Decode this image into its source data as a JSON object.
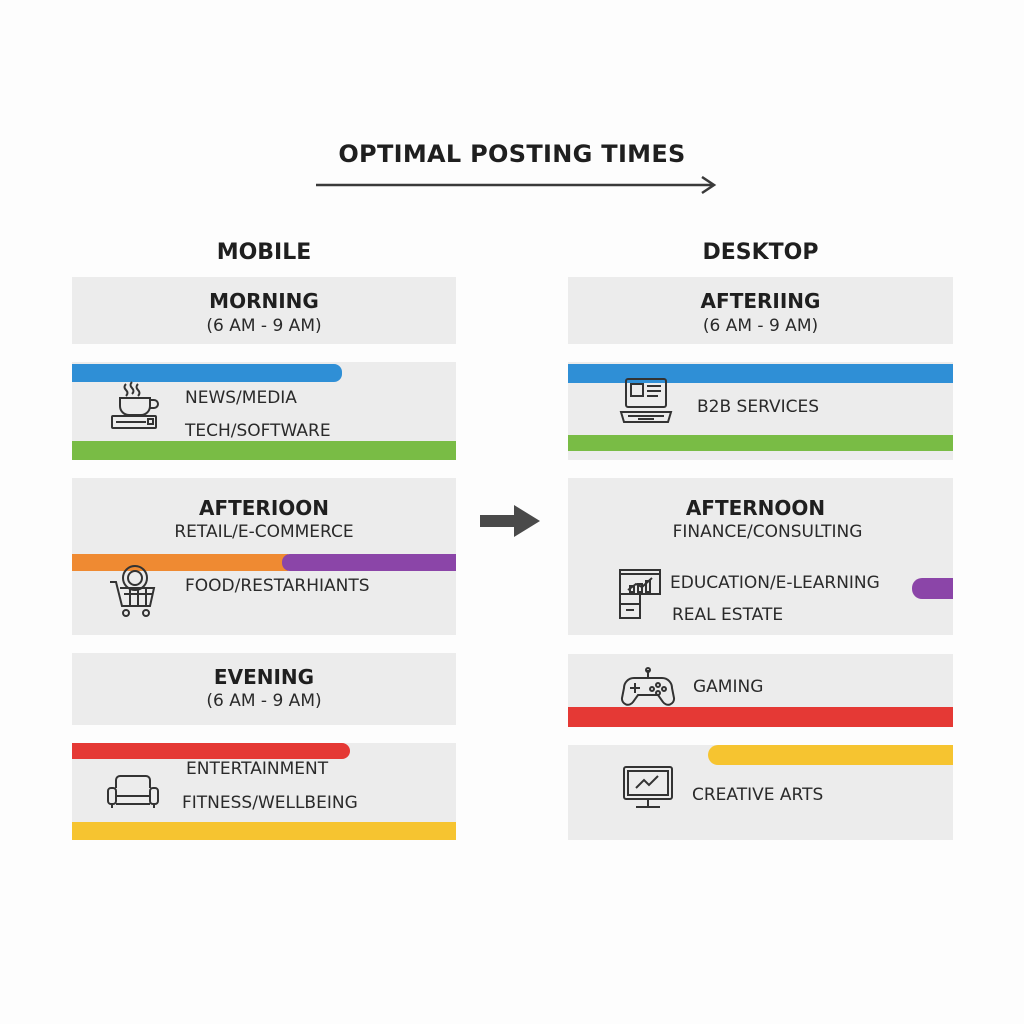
{
  "title": "OPTIMAL POSTING TIMES",
  "colors": {
    "blue": "#2f8fd6",
    "green": "#79bc45",
    "orange": "#ef8a32",
    "purple": "#8b45a8",
    "red": "#e53935",
    "yellow": "#f6c430",
    "panel": "#ececec",
    "text": "#222222"
  },
  "mobile": {
    "label": "MOBILE",
    "morning": {
      "title": "MORNING",
      "time": "(6 AM - 9 AM)"
    },
    "morning_items": {
      "icon": "coffee-keyboard-icon",
      "items": [
        "NEWS/MEDIA",
        "TECH/SOFTWARE"
      ]
    },
    "afternoon": {
      "title": "AFTERIOON",
      "subtitle": "RETAIL/E-COMMERCE",
      "icon": "shopping-cart-icon",
      "items": [
        "FOOD/RESTARHIANTS"
      ]
    },
    "evening": {
      "title": "EVENING",
      "time": "(6 AM - 9 AM)"
    },
    "evening_items": {
      "icon": "sofa-icon",
      "items": [
        "ENTERTAINMENT",
        "FITNESS/WELLBEING"
      ]
    }
  },
  "desktop": {
    "label": "DESKTOP",
    "morning": {
      "title": "AFTERIING",
      "time": "(6 AM - 9 AM)"
    },
    "morning_items": {
      "icon": "laptop-icon",
      "items": [
        "B2B SERVICES"
      ]
    },
    "afternoon": {
      "title": "AFTERNOON",
      "subtitle": "FINANCE/CONSULTING",
      "icon": "presentation-board-icon",
      "items": [
        "EDUCATION/E-LEARNING",
        "REAL ESTATE"
      ]
    },
    "gaming": {
      "icon": "game-controller-icon",
      "items": [
        "GAMING"
      ]
    },
    "creative": {
      "icon": "monitor-chart-icon",
      "items": [
        "CREATIVE ARTS"
      ]
    }
  }
}
